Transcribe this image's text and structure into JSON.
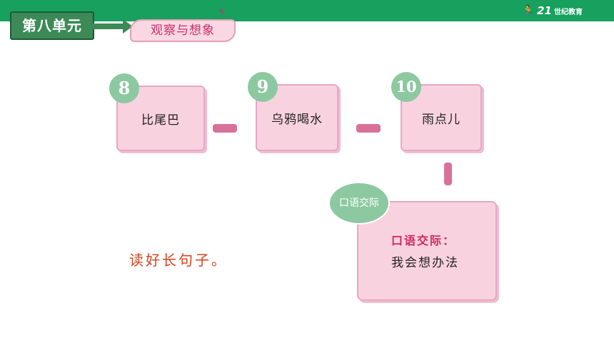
{
  "header": {
    "brand_number": "21",
    "brand_text": "世纪教育",
    "unit_label": "第八单元",
    "section_label": "观察与想象"
  },
  "lessons": [
    {
      "number": "8",
      "title": "比尾巴"
    },
    {
      "number": "9",
      "title": "乌鸦喝水"
    },
    {
      "number": "10",
      "title": "雨点儿"
    }
  ],
  "oral": {
    "badge": "口语交际",
    "title": "口语交际：",
    "subtitle": "我会想办法"
  },
  "read_line": "读好长句子。",
  "colors": {
    "header_green": "#17a05e",
    "card_pink": "#f9d2e0",
    "circle_green": "#8cc9a1",
    "accent_red": "#d2285a"
  }
}
